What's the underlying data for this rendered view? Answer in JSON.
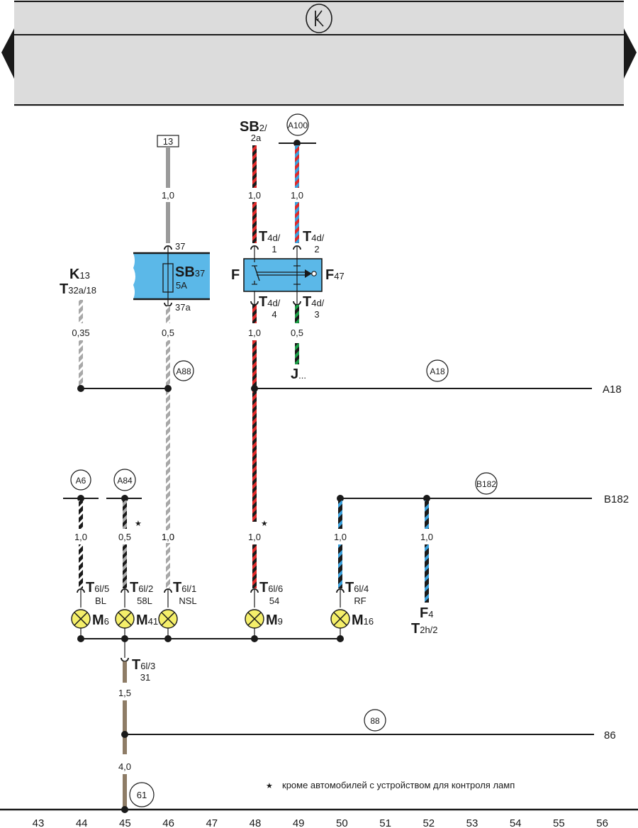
{
  "header": {
    "symbol": "K",
    "colors": {
      "band": "#dcdcdc",
      "line": "#1a1a1a"
    }
  },
  "colors": {
    "black": "#1a1a1a",
    "red": "#e02a2a",
    "blue": "#3aa0dc",
    "green": "#1e9e48",
    "grey": "#9a9a9a",
    "white": "#ffffff",
    "brown": "#8e7c66",
    "lamp": "#f5ef6a",
    "relay_fill": "#5bb8e8"
  },
  "terminal_box": {
    "label": "13"
  },
  "fuse": {
    "name": "SB",
    "index": "37",
    "rating": "5A",
    "pin_in": "37",
    "pin_out": "37a"
  },
  "switch": {
    "name_left": "F",
    "name_right": "F",
    "index": "47"
  },
  "source_labels": {
    "sb2": {
      "name": "SB",
      "index": "2/",
      "sub": "2a"
    },
    "k13": {
      "name": "K",
      "index": "13"
    },
    "t32a": {
      "name": "T",
      "index": "32a/18"
    },
    "j": {
      "name": "J",
      "index": "..."
    },
    "f4": {
      "name": "F",
      "index": "4"
    },
    "t2h": {
      "name": "T",
      "index": "2h/2"
    }
  },
  "connectors": [
    {
      "id": "t4d1",
      "name": "T",
      "index": "4d/",
      "sub": "1"
    },
    {
      "id": "t4d2",
      "name": "T",
      "index": "4d/",
      "sub": "2"
    },
    {
      "id": "t4d4",
      "name": "T",
      "index": "4d/",
      "sub": "4"
    },
    {
      "id": "t4d3",
      "name": "T",
      "index": "4d/",
      "sub": "3"
    },
    {
      "id": "t6l5",
      "name": "T",
      "index": "6l/5",
      "sub": "BL"
    },
    {
      "id": "t6l2",
      "name": "T",
      "index": "6l/2",
      "sub": "58L"
    },
    {
      "id": "t6l1",
      "name": "T",
      "index": "6l/1",
      "sub": "NSL"
    },
    {
      "id": "t6l6",
      "name": "T",
      "index": "6l/6",
      "sub": "54"
    },
    {
      "id": "t6l4",
      "name": "T",
      "index": "6l/4",
      "sub": "RF"
    },
    {
      "id": "t6l3",
      "name": "T",
      "index": "6l/3",
      "sub": "31"
    }
  ],
  "lamps": [
    {
      "id": "m6",
      "name": "M",
      "index": "6"
    },
    {
      "id": "m41",
      "name": "M",
      "index": "41"
    },
    {
      "id": "m9",
      "name": "M",
      "index": "9"
    },
    {
      "id": "m16",
      "name": "M",
      "index": "16"
    }
  ],
  "wire_sizes": {
    "w13": "1,0",
    "sb2": "1,0",
    "a100": "1,0",
    "k13": "0,35",
    "sb37out": "0,5",
    "j": "0,5",
    "sw_out": "1,0",
    "a6": "1,0",
    "a84": "0,5",
    "nsl": "1,0",
    "m9": "1,0",
    "m16": "1,0",
    "f4": "1,0",
    "gnd1": "1,5",
    "gnd2": "4,0"
  },
  "circle_labels": {
    "a100": "A100",
    "a88": "A88",
    "a18": "A18",
    "a6": "A6",
    "a84": "A84",
    "b182": "B182",
    "c88": "88",
    "c61": "61"
  },
  "line_ends": {
    "a18": "A18",
    "b182": "B182",
    "l86": "86"
  },
  "footnote": {
    "marker": "★",
    "text": "кроме автомобилей с устройством для контроля ламп"
  },
  "star_marker": "★",
  "ruler": [
    "43",
    "44",
    "45",
    "46",
    "47",
    "48",
    "49",
    "50",
    "51",
    "52",
    "53",
    "54",
    "55",
    "56"
  ]
}
